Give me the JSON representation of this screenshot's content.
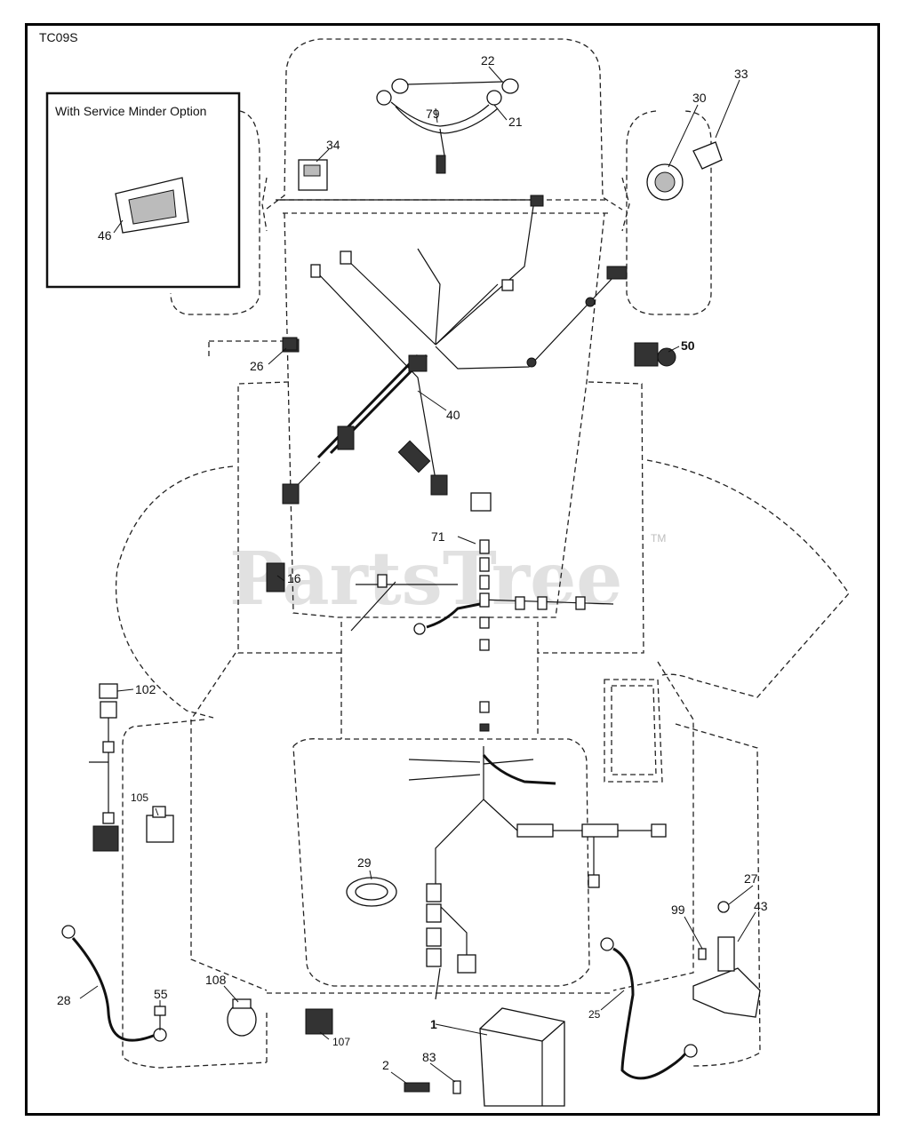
{
  "diagram_code": "TC09S",
  "option_box_title": "With Service Minder Option",
  "watermark": "PartsTree",
  "watermark_tm": "TM",
  "callouts": {
    "c1": "1",
    "c2": "2",
    "c16": "16",
    "c21": "21",
    "c22": "22",
    "c25": "25",
    "c26": "26",
    "c27": "27",
    "c28": "28",
    "c29": "29",
    "c30": "30",
    "c33": "33",
    "c34": "34",
    "c40": "40",
    "c43": "43",
    "c46": "46",
    "c50": "50",
    "c55": "55",
    "c71": "71",
    "c79": "79",
    "c83": "83",
    "c99": "99",
    "c102": "102",
    "c105": "105",
    "c107": "107",
    "c108": "108"
  }
}
